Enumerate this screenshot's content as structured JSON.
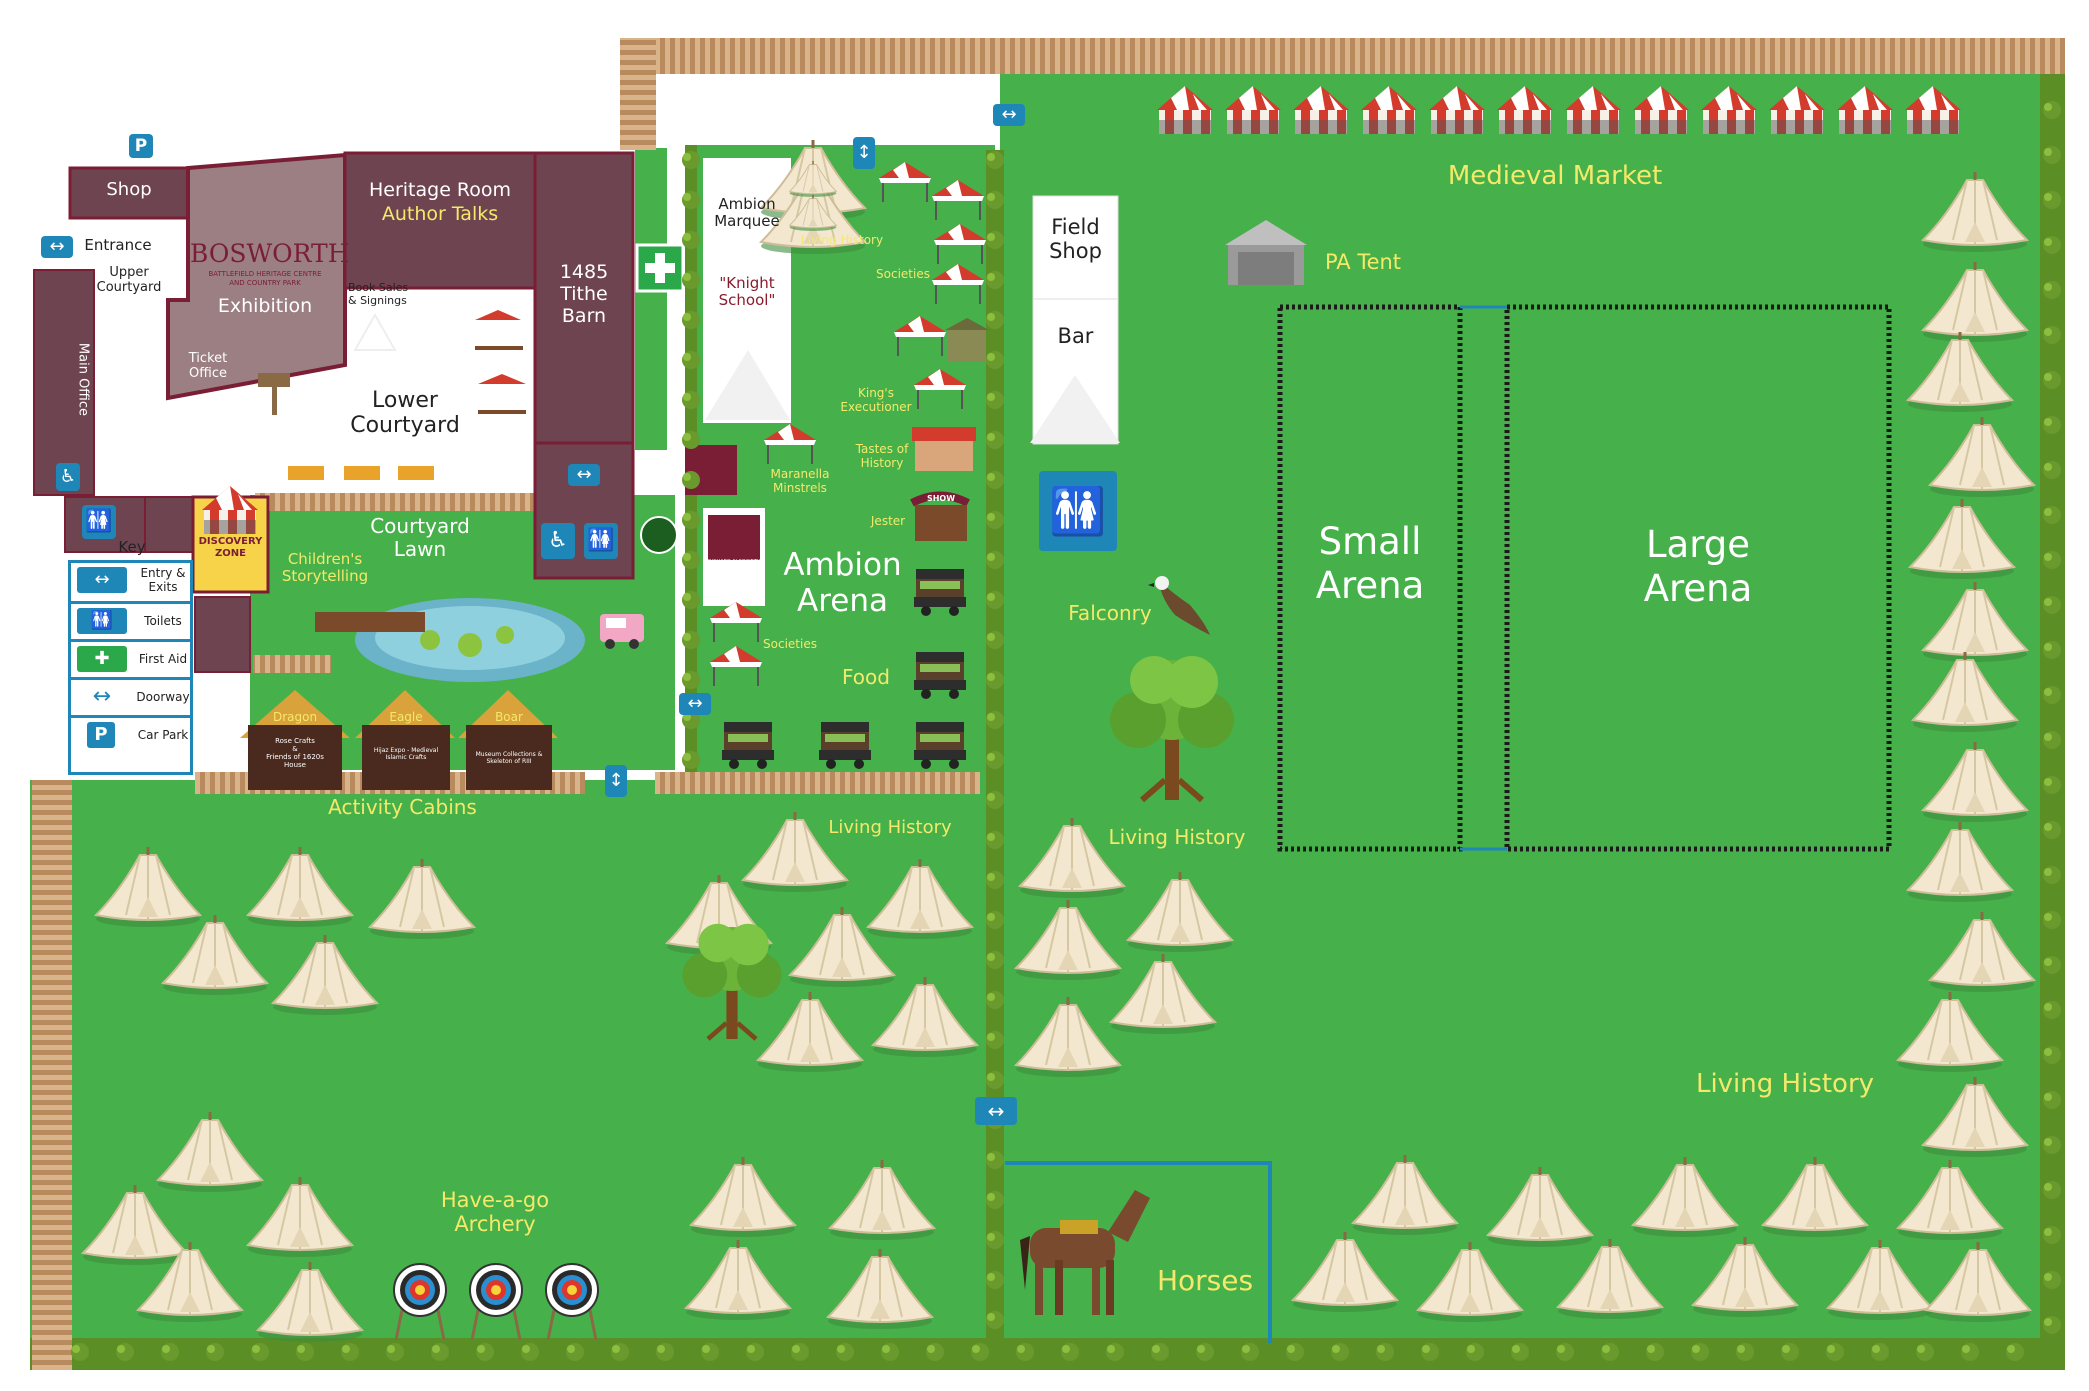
{
  "labels": {
    "shop": "Shop",
    "entrance": "Entrance",
    "upper_courtyard": "Upper\nCourtyard",
    "main_office": "Main Office",
    "bosworth_title": "BOSWORTH",
    "bosworth_sub": "BATTLEFIELD HERITAGE CENTRE",
    "bosworth_sub2": "AND COUNTRY PARK",
    "exhibition": "Exhibition",
    "ticket_office": "Ticket\nOffice",
    "heritage_room": "Heritage Room",
    "author_talks": "Author Talks",
    "book_sales": "Book Sales\n& Signings",
    "tithe_barn": "1485\nTithe\nBarn",
    "lower_courtyard": "Lower\nCourtyard",
    "courtyard_lawn": "Courtyard\nLawn",
    "childrens_storytelling": "Children's\nStorytelling",
    "discovery_zone": "DISCOVERY ZONE",
    "ambion_marquee": "Ambion\nMarquee",
    "knight_school": "\"Knight\nSchool\"",
    "living_history_small": "Living History",
    "societies_1": "Societies",
    "kings_executioner": "King's\nExecutioner",
    "tastes_of_history": "Tastes of\nHistory",
    "maranella_minstrels": "Maranella\nMinstrels",
    "jester": "Jester",
    "ambion_arena": "Ambion\nArena",
    "societies_2": "Societies",
    "food": "Food",
    "activity_cabins": "Activity Cabins",
    "cabin_dragon": "Dragon",
    "cabin_dragon_text": "Rose Crafts\n&\nFriends of 1620s\nHouse",
    "cabin_eagle": "Eagle",
    "cabin_eagle_text": "Hijaz Expo - Medieval\nIslamic Crafts",
    "cabin_boar": "Boar",
    "cabin_boar_text": "Museum Collections &\nSkeleton of RIII",
    "living_history_1": "Living History",
    "have_a_go_archery": "Have-a-go\nArchery",
    "field_shop": "Field\nShop",
    "bar": "Bar",
    "falconry": "Falconry",
    "living_history_2": "Living History",
    "horses": "Horses",
    "medieval_market": "Medieval Market",
    "pa_tent": "PA Tent",
    "small_arena": "Small\nArena",
    "large_arena": "Large\nArena",
    "living_history_3": "Living History",
    "show_sign": "SHOW",
    "richard_banner": "RICHARD III SOCIETY"
  },
  "key": {
    "title": "Key",
    "items": [
      {
        "icon": "double-arrow-icon",
        "label": "Entry &\nExits"
      },
      {
        "icon": "toilet-icon",
        "label": "Toilets"
      },
      {
        "icon": "first-aid-icon",
        "label": "First Aid"
      },
      {
        "icon": "doorway-arrow-icon",
        "label": "Doorway"
      },
      {
        "icon": "parking-icon",
        "label": "Car Park"
      }
    ]
  },
  "symbols": {
    "parking": "P",
    "double_arrow": "↔",
    "updown_arrow": "↕",
    "wheelchair": "♿",
    "toilets": "🚻",
    "first_aid": "✚"
  },
  "colors": {
    "grass": "#46b04a",
    "grass_dark": "#3a9d3f",
    "building": "#6e4450",
    "building_border": "#7a1e36",
    "exhibition": "#9b7f82",
    "icon_blue": "#1f86b8",
    "fence": "#b98a5e",
    "label_yellow": "#f4e96b",
    "arena_border": "#1a1a1a"
  }
}
